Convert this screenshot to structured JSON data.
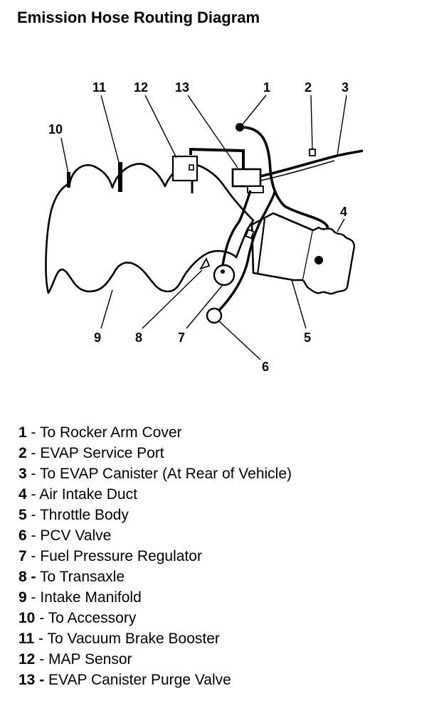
{
  "title": "Emission Hose Routing Diagram",
  "callouts": [
    "1",
    "2",
    "3",
    "4",
    "5",
    "6",
    "7",
    "8",
    "9",
    "10",
    "11",
    "12",
    "13"
  ],
  "legend": [
    {
      "num": "1",
      "text": " - To Rocker Arm Cover"
    },
    {
      "num": "2",
      "text": " - EVAP Service Port"
    },
    {
      "num": "3",
      "text": " - To EVAP Canister (At Rear of Vehicle)"
    },
    {
      "num": "4",
      "text": " - Air Intake Duct"
    },
    {
      "num": "5",
      "text": " - Throttle Body"
    },
    {
      "num": "6",
      "text": " - PCV Valve"
    },
    {
      "num": "7",
      "text": " - Fuel Pressure Regulator"
    },
    {
      "num": "8 -",
      "text": " To Transaxle"
    },
    {
      "num": "9",
      "text": " - Intake Manifold"
    },
    {
      "num": "10",
      "text": " - To Accessory"
    },
    {
      "num": "11",
      "text": " - To Vacuum Brake Booster"
    },
    {
      "num": "12",
      "text": " - MAP Sensor"
    },
    {
      "num": "13 -",
      "text": " EVAP Canister Purge Valve"
    }
  ]
}
